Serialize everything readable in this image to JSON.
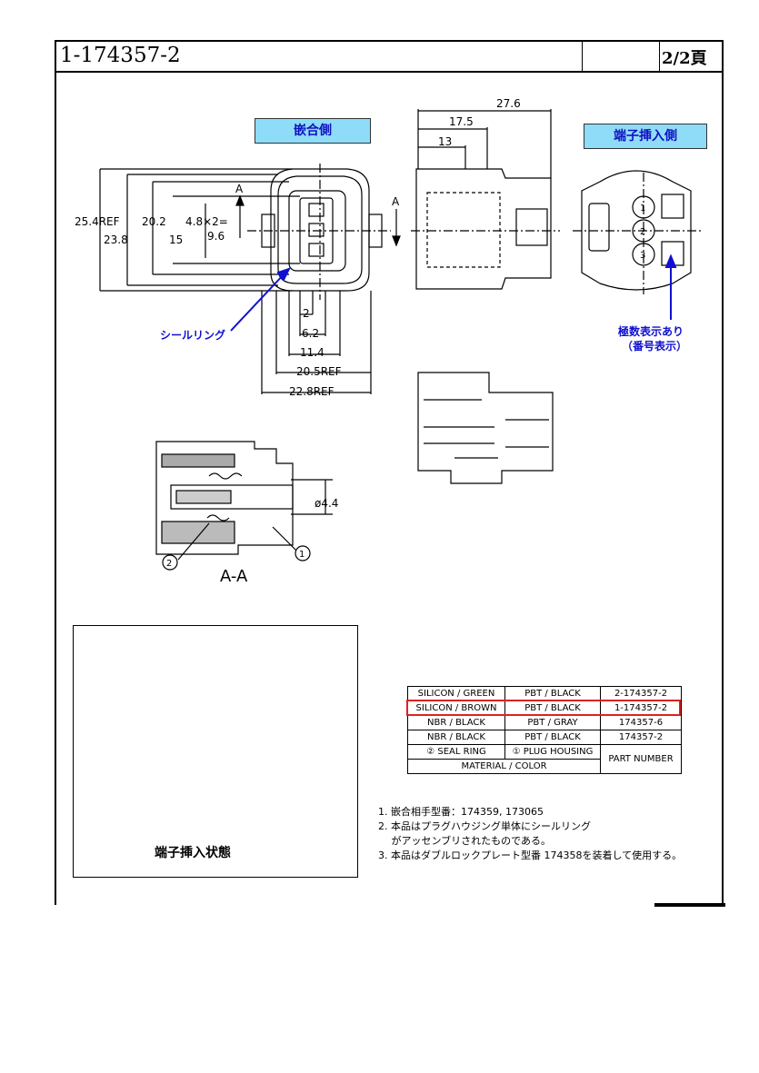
{
  "title": "1-174357-2",
  "page": "2/2頁",
  "views": {
    "mating_side": "嵌合側",
    "terminal_side": "端子挿入側",
    "seal_ring_label": "シールリング",
    "polarity_note": "極数表示あり",
    "polarity_note2": "（番号表示）",
    "section": "A-A",
    "photo_caption": "端子挿入状態",
    "section_mark": "A"
  },
  "dims": {
    "d276": "27.6",
    "d175": "17.5",
    "d13": "13",
    "d254": "25.4REF",
    "d238": "23.8",
    "d202": "20.2",
    "d15": "15",
    "d48": "4.8×2=",
    "d96": "9.6",
    "d2": "2",
    "d62": "6.2",
    "d114": "11.4",
    "d205": "20.5REF",
    "d228": "22.8REF",
    "d44": "ø4.4",
    "c1": "1",
    "c2": "2",
    "p1": "1",
    "p2": "2",
    "p3": "3"
  },
  "table": {
    "rows": [
      [
        "SILICON / GREEN",
        "PBT / BLACK",
        "2-174357-2"
      ],
      [
        "SILICON / BROWN",
        "PBT / BLACK",
        "1-174357-2"
      ],
      [
        "NBR / BLACK",
        "PBT / GRAY",
        "174357-6"
      ],
      [
        "NBR / BLACK",
        "PBT / BLACK",
        "174357-2"
      ]
    ],
    "hdr_seal": "② SEAL RING",
    "hdr_housing": "① PLUG HOUSING",
    "hdr_material": "MATERIAL / COLOR",
    "hdr_part": "PART NUMBER"
  },
  "notes": [
    "1. 嵌合相手型番：174359, 173065",
    "2. 本品はプラグハウジング単体にシールリング",
    "　 がアッセンブリされたものである。",
    "3. 本品はダブルロックプレート型番 174358を装着して使用する。"
  ],
  "colors": {
    "label_bg": "#8fdcf8",
    "label_text": "#1010c0",
    "highlight": "#e02020"
  }
}
